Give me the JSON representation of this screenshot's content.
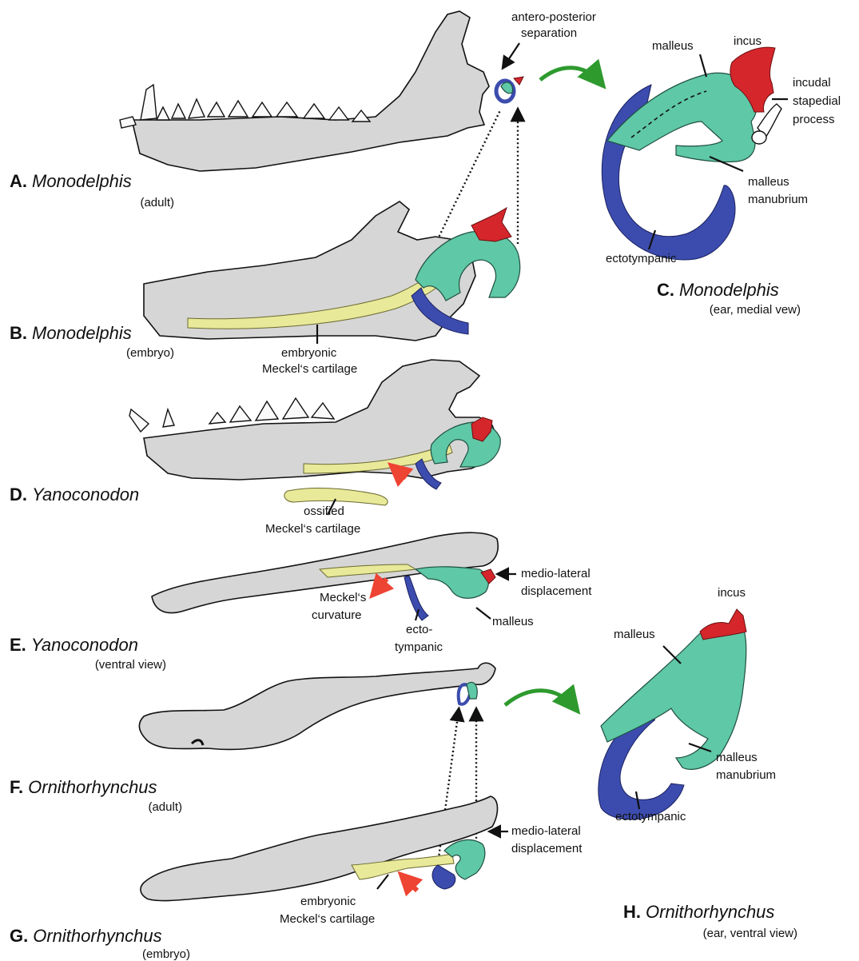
{
  "panels": {
    "A": {
      "letter": "A.",
      "name": "Monodelphis",
      "sub": "(adult)"
    },
    "B": {
      "letter": "B.",
      "name": "Monodelphis",
      "sub": "(embryo)"
    },
    "C": {
      "letter": "C.",
      "name": "Monodelphis",
      "sub": "(ear, medial vew)"
    },
    "D": {
      "letter": "D.",
      "name": "Yanoconodon"
    },
    "E": {
      "letter": "E.",
      "name": "Yanoconodon",
      "sub": "(ventral view)"
    },
    "F": {
      "letter": "F.",
      "name": "Ornithorhynchus",
      "sub": "(adult)"
    },
    "G": {
      "letter": "G.",
      "name": "Ornithorhynchus",
      "sub": "(embryo)"
    },
    "H": {
      "letter": "H.",
      "name": "Ornithorhynchus",
      "sub": "(ear, ventral view)"
    }
  },
  "labels": {
    "antero_posterior_1": "antero-posterior",
    "antero_posterior_2": "separation",
    "c_malleus": "malleus",
    "c_incus": "incus",
    "c_incudal_1": "incudal",
    "c_incudal_2": "stapedial",
    "c_incudal_3": "process",
    "c_manubrium_1": "malleus",
    "c_manubrium_2": "manubrium",
    "c_ectotympanic": "ectotympanic",
    "b_meckel_1": "embryonic",
    "b_meckel_2": "Meckel‘s cartilage",
    "d_ossified_1": "ossified",
    "d_ossified_2": "Meckel‘s cartilage",
    "e_medio_1": "medio-lateral",
    "e_medio_2": "displacement",
    "e_curv_1": "Meckel‘s",
    "e_curv_2": "curvature",
    "e_ecto_1": "ecto-",
    "e_ecto_2": "tympanic",
    "e_malleus": "malleus",
    "h_incus": "incus",
    "h_malleus": "malleus",
    "h_manubrium_1": "malleus",
    "h_manubrium_2": "manubrium",
    "h_ectotympanic": "ectotympanic",
    "g_medio_1": "medio-lateral",
    "g_medio_2": "displacement",
    "g_meckel_1": "embryonic",
    "g_meckel_2": "Meckel‘s cartilage"
  },
  "colors": {
    "bone": "#d6d6d6",
    "meckels_cartilage": "#e9e99a",
    "malleus": "#5fc8a6",
    "incus": "#d5262c",
    "ectotympanic": "#3c4cae",
    "highlight_arrow": "#ee4433",
    "transition_arrow": "#2e9a2e"
  }
}
